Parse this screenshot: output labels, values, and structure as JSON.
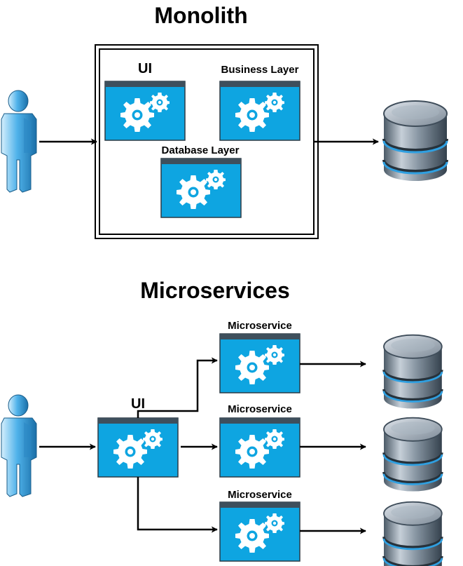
{
  "monolith": {
    "title": "Monolith",
    "ui_label": "UI",
    "business_label": "Business Layer",
    "database_label": "Database Layer"
  },
  "microservices": {
    "title": "Microservices",
    "ui_label": "UI",
    "service_labels": [
      "Microservice",
      "Microservice",
      "Microservice"
    ]
  },
  "icons": {
    "user": "user-icon",
    "app_window": "app-window-gears-icon",
    "database": "database-icon"
  },
  "colors": {
    "window_body": "#0ea5e1",
    "window_titlebar": "#3e4f5c",
    "gear": "#ffffff",
    "user_light": "#c8e9fb",
    "user_mid": "#3ba6e3",
    "user_dark": "#14679f",
    "db_light": "#c9d2db",
    "db_dark": "#3f4d5a",
    "db_ring": "#2f9fe0",
    "line": "#000000"
  }
}
